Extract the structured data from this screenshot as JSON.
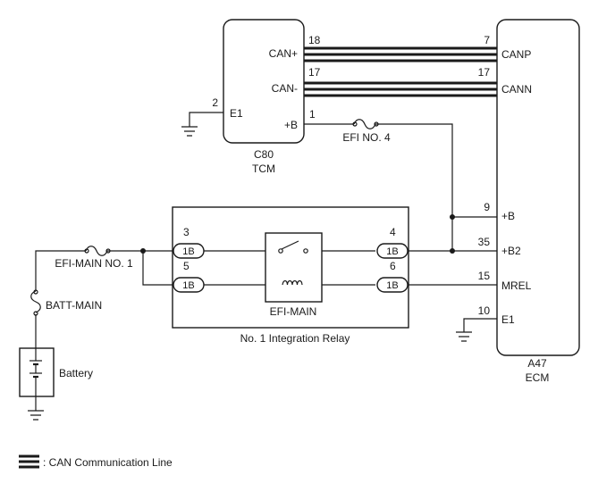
{
  "tcm": {
    "connector": "C80",
    "name": "TCM",
    "pins": {
      "can_plus": "18",
      "can_minus": "17",
      "e1": "2",
      "b": "1"
    },
    "labels": {
      "can_plus": "CAN+",
      "can_minus": "CAN-",
      "e1": "E1",
      "b": "+B"
    }
  },
  "ecm": {
    "connector": "A47",
    "name": "ECM",
    "pins": {
      "canp": "7",
      "cann": "17",
      "b": "9",
      "b2": "35",
      "mrel": "15",
      "e1": "10"
    },
    "labels": {
      "canp": "CANP",
      "cann": "CANN",
      "b": "+B",
      "b2": "+B2",
      "mrel": "MREL",
      "e1": "E1"
    }
  },
  "fuses": {
    "efi_no4": "EFI NO. 4",
    "efi_main_no1": "EFI-MAIN NO. 1",
    "batt_main": "BATT-MAIN"
  },
  "relay_block": {
    "name": "No. 1 Integration Relay",
    "relay": "EFI-MAIN",
    "pins": {
      "p3": "3",
      "p5": "5",
      "p4": "4",
      "p6": "6"
    },
    "connector": "1B"
  },
  "battery": "Battery",
  "legend": {
    "label": ": CAN Communication Line"
  }
}
